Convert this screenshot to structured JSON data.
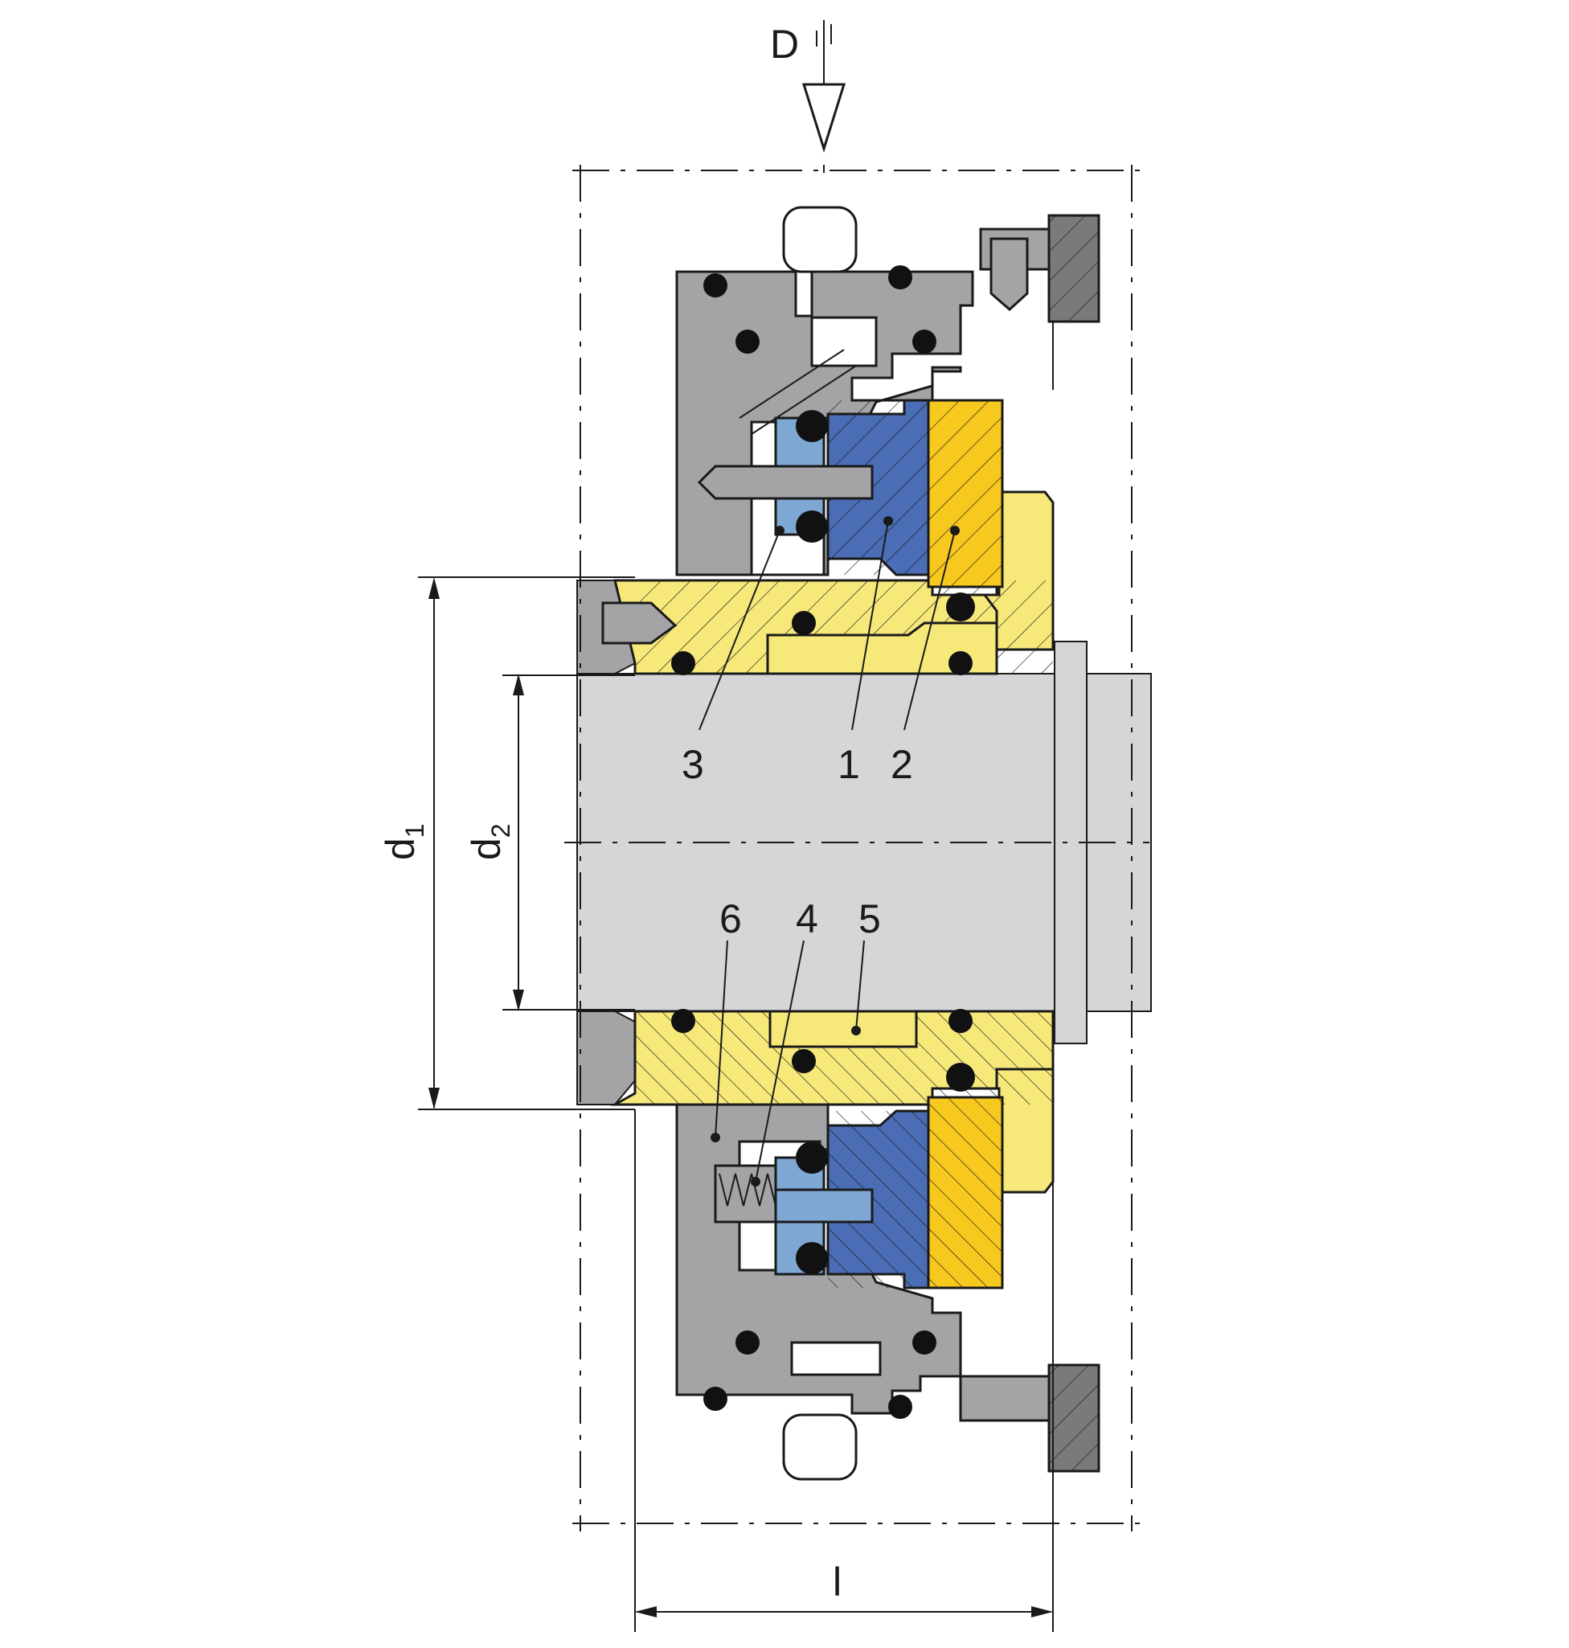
{
  "labels": {
    "view_letter": "D",
    "d1_main": "d",
    "d1_sub": "1",
    "d2_main": "d",
    "d2_sub": "2",
    "length": "l",
    "p1": "1",
    "p2": "2",
    "p3": "3",
    "p4": "4",
    "p5": "5",
    "p6": "6"
  },
  "colors": {
    "yellow_sleeve": "#f6e97a",
    "yellow_seat": "#f7c81e",
    "blue_face": "#4a6db5",
    "light_blue": "#7ea7d4",
    "gray_housing": "#a4a4a6",
    "shaft": "#d6d6d8",
    "dark_gray": "#7a7a7c",
    "oring": "#111111"
  }
}
